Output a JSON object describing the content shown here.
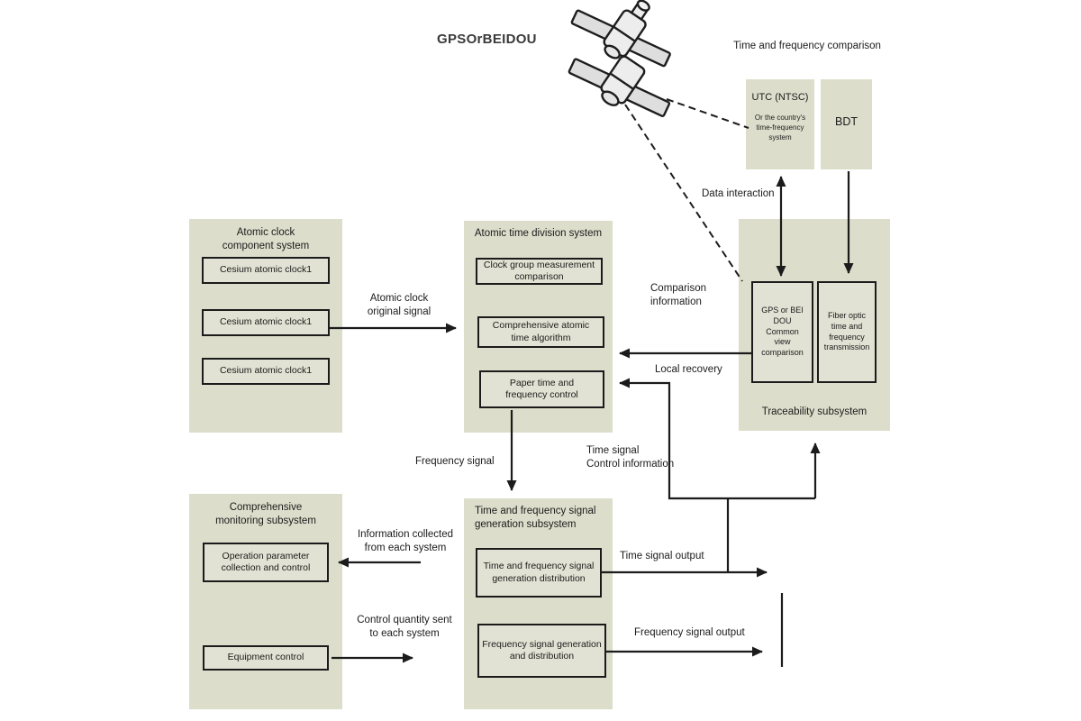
{
  "colors": {
    "panel": "#dcdecb",
    "box": "#e1e2d3",
    "ink": "#1b1b1b"
  },
  "icons": {
    "satellite": "satellite-icon"
  },
  "labels": {
    "satellite": "GPSOrBEIDOU",
    "comparison_header": "Time and frequency comparison",
    "data_interaction": "Data interaction",
    "comparison_information": "Comparison\ninformation",
    "local_recovery": "Local recovery",
    "atomic_clock_original_signal": "Atomic clock\noriginal signal",
    "frequency_signal": "Frequency signal",
    "time_signal_control_information": "Time signal\nControl information",
    "time_signal_output": "Time signal output",
    "frequency_signal_output": "Frequency signal output",
    "information_collected": "Information collected\nfrom each system",
    "control_quantity": "Control quantity sent\nto each system"
  },
  "panels": {
    "atomic_clock": {
      "title": "Atomic clock\ncomponent system",
      "boxes": [
        "Cesium atomic clock1",
        "Cesium atomic clock1",
        "Cesium atomic clock1"
      ]
    },
    "atomic_time": {
      "title": "Atomic time division system",
      "boxes": [
        "Clock group measurement\ncomparison",
        "Comprehensive atomic\ntime algorithm",
        "Paper time and\nfrequency control"
      ]
    },
    "traceability": {
      "title": "Traceability subsystem",
      "boxes": [
        "GPS or BEI\nDOU\nCommon\nview\ncomparison",
        "Fiber optic\ntime and\nfrequency\ntransmission"
      ]
    },
    "monitoring": {
      "title": "Comprehensive\nmonitoring subsystem",
      "boxes": [
        "Operation parameter\ncollection and control",
        "Equipment control"
      ]
    },
    "generation": {
      "title": "Time and frequency signal\ngeneration subsystem",
      "boxes": [
        "Time and frequency signal\ngeneration distribution",
        "Frequency signal generation\nand distribution"
      ]
    },
    "utc": {
      "title": "UTC (NTSC)",
      "subtitle": "Or the country's\ntime-frequency\nsystem"
    },
    "bdt": {
      "title": "BDT"
    }
  }
}
